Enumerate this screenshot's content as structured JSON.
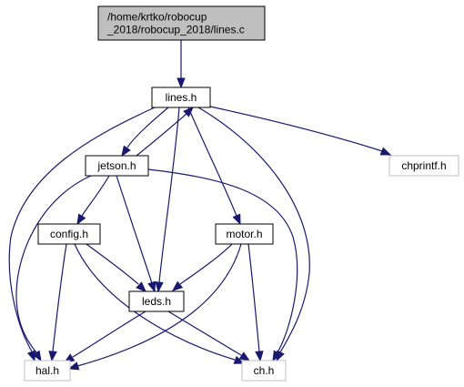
{
  "graph": {
    "colors": {
      "edge": "#191970",
      "root_fill": "#bfbfbf",
      "node_fill": "#ffffff",
      "node_border": "#000000",
      "external_border": "#bfbfbf"
    },
    "nodes": [
      {
        "id": "root",
        "lines": [
          "/home/krtko/robocup",
          "_2018/robocup_2018/lines.c"
        ],
        "style": "root"
      },
      {
        "id": "lines_h",
        "lines": [
          "lines.h"
        ],
        "style": "normal"
      },
      {
        "id": "jetson_h",
        "lines": [
          "jetson.h"
        ],
        "style": "normal"
      },
      {
        "id": "chprintf_h",
        "lines": [
          "chprintf.h"
        ],
        "style": "external"
      },
      {
        "id": "config_h",
        "lines": [
          "config.h"
        ],
        "style": "normal"
      },
      {
        "id": "motor_h",
        "lines": [
          "motor.h"
        ],
        "style": "normal"
      },
      {
        "id": "leds_h",
        "lines": [
          "leds.h"
        ],
        "style": "normal"
      },
      {
        "id": "hal_h",
        "lines": [
          "hal.h"
        ],
        "style": "external"
      },
      {
        "id": "ch_h",
        "lines": [
          "ch.h"
        ],
        "style": "external"
      }
    ],
    "edges": [
      {
        "from": "root",
        "to": "lines_h"
      },
      {
        "from": "lines_h",
        "to": "hal_h"
      },
      {
        "from": "lines_h",
        "to": "jetson_h"
      },
      {
        "from": "jetson_h",
        "to": "lines_h"
      },
      {
        "from": "lines_h",
        "to": "leds_h"
      },
      {
        "from": "lines_h",
        "to": "motor_h"
      },
      {
        "from": "lines_h",
        "to": "ch_h"
      },
      {
        "from": "lines_h",
        "to": "chprintf_h"
      },
      {
        "from": "jetson_h",
        "to": "hal_h"
      },
      {
        "from": "jetson_h",
        "to": "config_h"
      },
      {
        "from": "jetson_h",
        "to": "leds_h"
      },
      {
        "from": "jetson_h",
        "to": "ch_h"
      },
      {
        "from": "config_h",
        "to": "hal_h"
      },
      {
        "from": "config_h",
        "to": "leds_h"
      },
      {
        "from": "config_h",
        "to": "ch_h"
      },
      {
        "from": "motor_h",
        "to": "leds_h"
      },
      {
        "from": "motor_h",
        "to": "hal_h"
      },
      {
        "from": "motor_h",
        "to": "ch_h"
      },
      {
        "from": "leds_h",
        "to": "hal_h"
      },
      {
        "from": "leds_h",
        "to": "ch_h"
      }
    ]
  }
}
